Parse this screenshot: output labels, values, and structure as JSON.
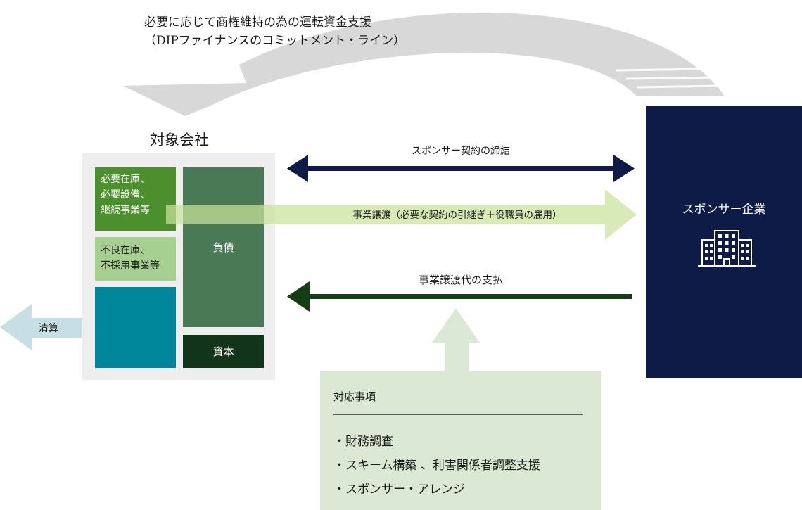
{
  "top_support": {
    "line1": "必要に応じて商権維持の為の運転資金支援",
    "line2": "（DIPファイナンスのコミットメント・ライン）"
  },
  "target_company": {
    "title": "対象会社",
    "asset_required": "必要在庫、\n必要設備、\n継続事業等",
    "asset_unneeded": "不良在庫、\n不採用事業等",
    "liabilities": "負債",
    "capital": "資本",
    "liquidation": "清算"
  },
  "sponsor": {
    "title": "スポンサー企業",
    "icon": "office-building-icon"
  },
  "flows": {
    "contract": "スポンサー契約の締結",
    "transfer": "事業譲渡（必要な契約の引継ぎ＋役職員の雇用）",
    "payment": "事業譲渡代の支払"
  },
  "support_items": {
    "heading": "対応事項",
    "items": [
      "・財務調査",
      "・スキーム構築 、利害関係者調整支援",
      "・スポンサー・アレンジ"
    ]
  },
  "colors": {
    "navy": "#0f1b47",
    "dark_green": "#143d14",
    "green": "#4c8f2d",
    "light_green": "#a6d08f",
    "teal": "#00869a",
    "liability_green": "#4a7a55",
    "capital_green": "#12351a",
    "gray_arrow": "#d6d6d6",
    "pale_green_panel": "#dbe9d4",
    "light_blue_arrow": "#c5dfe5",
    "yellow_green_arrow": "#d9ecb3"
  }
}
